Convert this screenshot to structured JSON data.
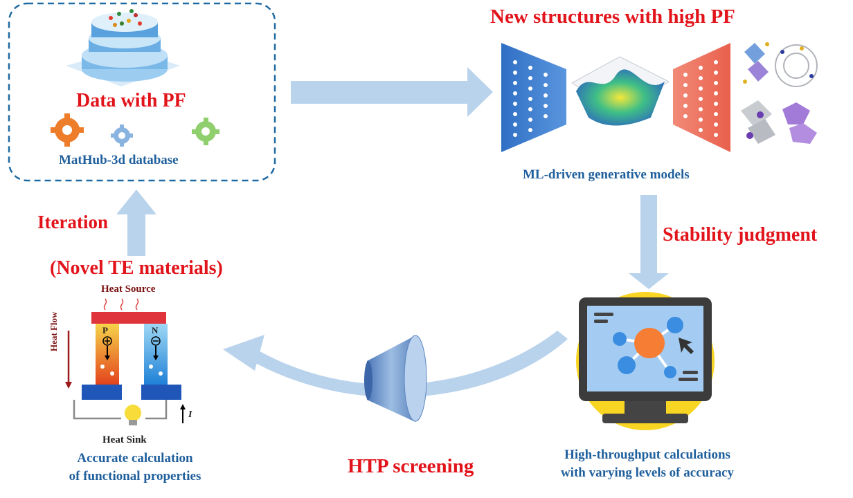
{
  "database": {
    "title": "Data with PF",
    "label": "MatHub-3d database"
  },
  "generative": {
    "title": "New structures with high PF",
    "label": "ML-driven generative models"
  },
  "stability": {
    "label": "Stability judgment"
  },
  "htc": {
    "label_line1": "High-throughput calculations",
    "label_line2": "with varying levels of accuracy"
  },
  "screening": {
    "label": "HTP screening"
  },
  "device": {
    "title": "(Novel TE materials)",
    "heat_source": "Heat Source",
    "heat_sink": "Heat Sink",
    "heat_flow": "Heat Flow",
    "p_label": "P",
    "n_label": "N",
    "current_label": "I",
    "label_line1": "Accurate calculation",
    "label_line2": "of functional properties"
  },
  "iteration": {
    "label": "Iteration"
  },
  "colors": {
    "accent_red": "#e2141b",
    "label_blue": "#1f5f9c",
    "arrow_blue": "#b9d3ec"
  }
}
